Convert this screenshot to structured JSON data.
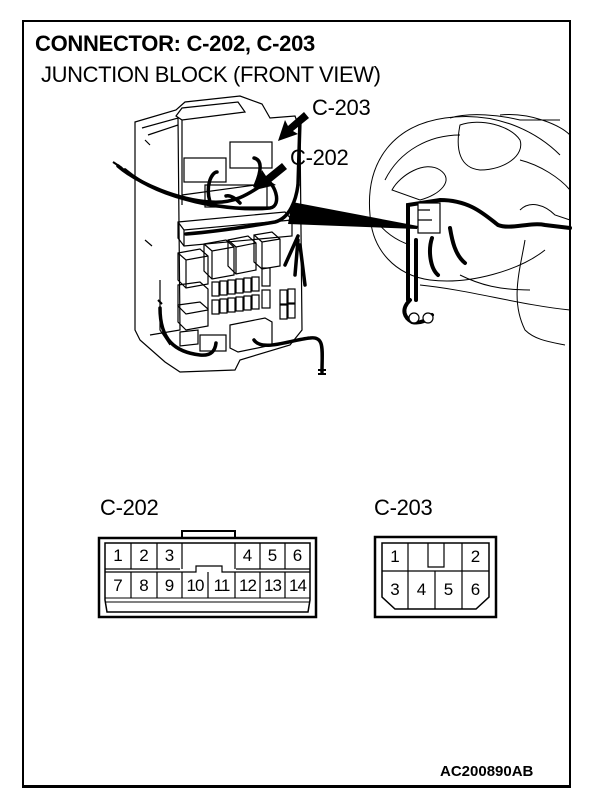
{
  "header": {
    "title": "CONNECTOR: C-202, C-203",
    "subtitle": "JUNCTION BLOCK (FRONT VIEW)"
  },
  "illustration": {
    "callouts": [
      {
        "label": "C-203"
      },
      {
        "label": "C-202"
      }
    ]
  },
  "connectors": [
    {
      "id": "C-202",
      "label": "C-202",
      "row1": [
        "1",
        "2",
        "3",
        "",
        "",
        "4",
        "5",
        "6"
      ],
      "row2": [
        "7",
        "8",
        "9",
        "10",
        "11",
        "12",
        "13",
        "14"
      ]
    },
    {
      "id": "C-203",
      "label": "C-203",
      "row1": [
        "1",
        "",
        "2"
      ],
      "row2": [
        "3",
        "4",
        "5",
        "6"
      ]
    }
  ],
  "footer": {
    "reference_code": "AC200890AB"
  },
  "colors": {
    "line": "#000000",
    "background": "#ffffff"
  }
}
